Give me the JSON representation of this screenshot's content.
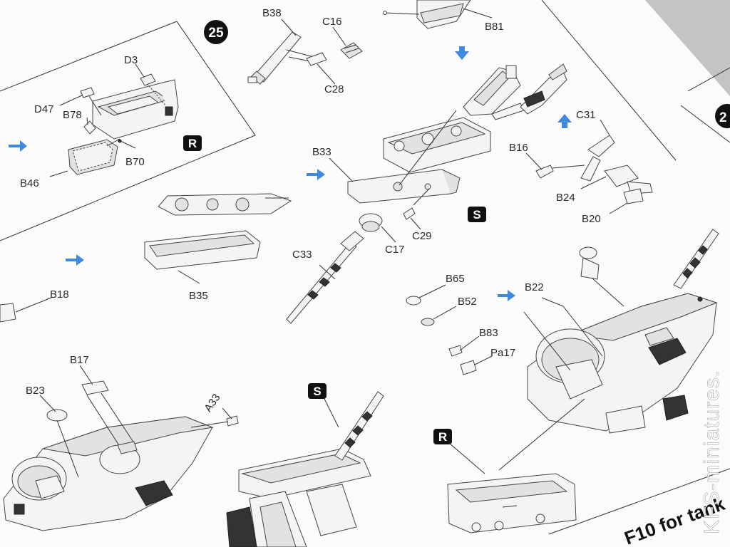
{
  "steps": {
    "current": "25",
    "next_partial": "2"
  },
  "badges": {
    "r": "R",
    "s": "S"
  },
  "labels": {
    "b81": "B81",
    "b38": "B38",
    "c16": "C16",
    "c28": "C28",
    "d3": "D3",
    "d47": "D47",
    "b78": "B78",
    "b70": "B70",
    "b46": "B46",
    "b33": "B33",
    "c31": "C31",
    "b16": "B16",
    "b24": "B24",
    "b20": "B20",
    "b35": "B35",
    "c17": "C17",
    "c29": "C29",
    "c33": "C33",
    "b18": "B18",
    "b65": "B65",
    "b52": "B52",
    "b83": "B83",
    "pa17": "Pa17",
    "b22": "B22",
    "b17": "B17",
    "b23": "B23",
    "a33": "A33"
  },
  "footer_text": "F10 for tank",
  "watermark": "KFS-miniatures."
}
